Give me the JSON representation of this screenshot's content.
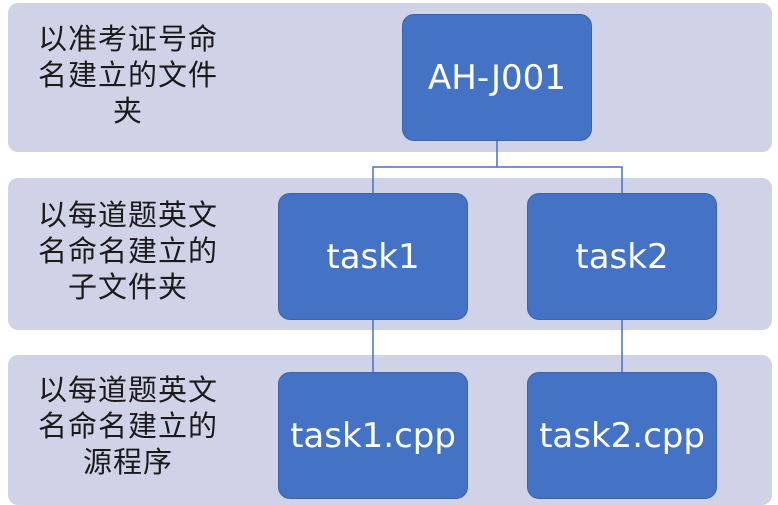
{
  "bands": [
    {
      "label": "以准考证号命名建立的文件夹"
    },
    {
      "label": "以每道题英文名命名建立的子文件夹"
    },
    {
      "label": "以每道题英文名命名建立的源程序"
    }
  ],
  "nodes": {
    "root": "AH-J001",
    "task1": "task1",
    "task2": "task2",
    "task1_source": "task1.cpp",
    "task2_source": "task2.cpp"
  },
  "colors": {
    "band": "#d0d3e8",
    "node": "#4472c4",
    "connector": "#4472c4",
    "node_text": "#ffffff"
  }
}
